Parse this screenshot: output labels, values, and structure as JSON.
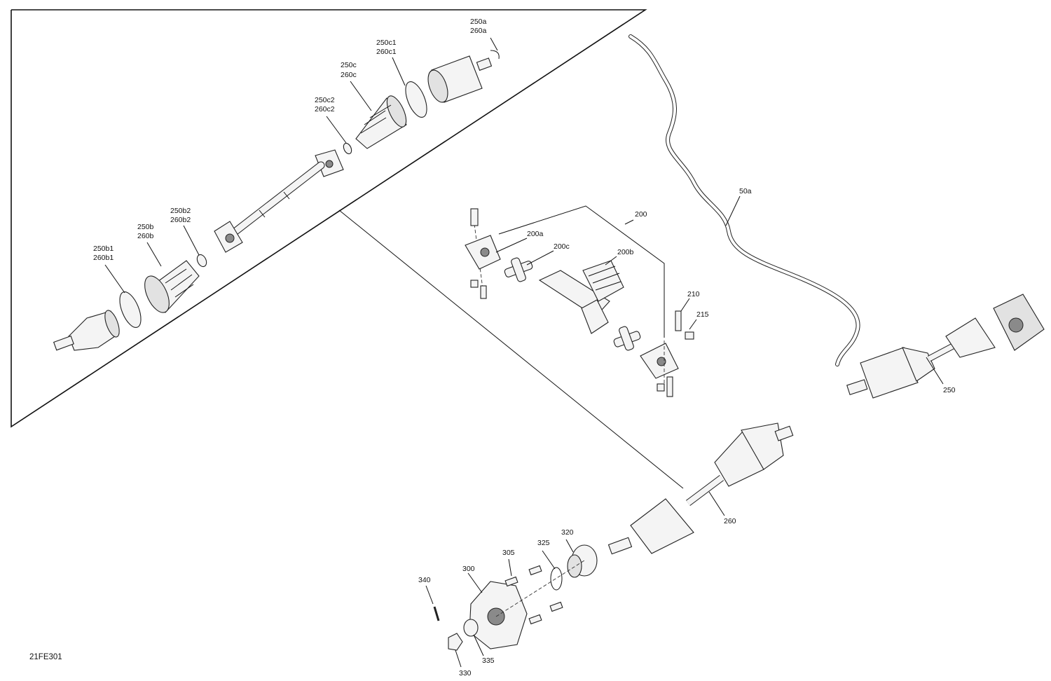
{
  "diagram": {
    "reference_code": "21FE301",
    "callouts": [
      {
        "id": "250a",
        "lines": [
          "250a",
          "260a"
        ]
      },
      {
        "id": "250c1",
        "lines": [
          "250c1",
          "260c1"
        ]
      },
      {
        "id": "250c",
        "lines": [
          "250c",
          "260c"
        ]
      },
      {
        "id": "250c2",
        "lines": [
          "250c2",
          "260c2"
        ]
      },
      {
        "id": "250b2",
        "lines": [
          "250b2",
          "260b2"
        ]
      },
      {
        "id": "250b",
        "lines": [
          "250b",
          "260b"
        ]
      },
      {
        "id": "250b1",
        "lines": [
          "250b1",
          "260b1"
        ]
      },
      {
        "id": "50a",
        "lines": [
          "50a"
        ]
      },
      {
        "id": "200",
        "lines": [
          "200"
        ]
      },
      {
        "id": "200a",
        "lines": [
          "200a"
        ]
      },
      {
        "id": "200c",
        "lines": [
          "200c"
        ]
      },
      {
        "id": "200b",
        "lines": [
          "200b"
        ]
      },
      {
        "id": "210",
        "lines": [
          "210"
        ]
      },
      {
        "id": "215",
        "lines": [
          "215"
        ]
      },
      {
        "id": "250",
        "lines": [
          "250"
        ]
      },
      {
        "id": "260",
        "lines": [
          "260"
        ]
      },
      {
        "id": "320",
        "lines": [
          "320"
        ]
      },
      {
        "id": "325",
        "lines": [
          "325"
        ]
      },
      {
        "id": "305",
        "lines": [
          "305"
        ]
      },
      {
        "id": "300",
        "lines": [
          "300"
        ]
      },
      {
        "id": "340",
        "lines": [
          "340"
        ]
      },
      {
        "id": "335",
        "lines": [
          "335"
        ]
      },
      {
        "id": "330",
        "lines": [
          "330"
        ]
      }
    ]
  }
}
